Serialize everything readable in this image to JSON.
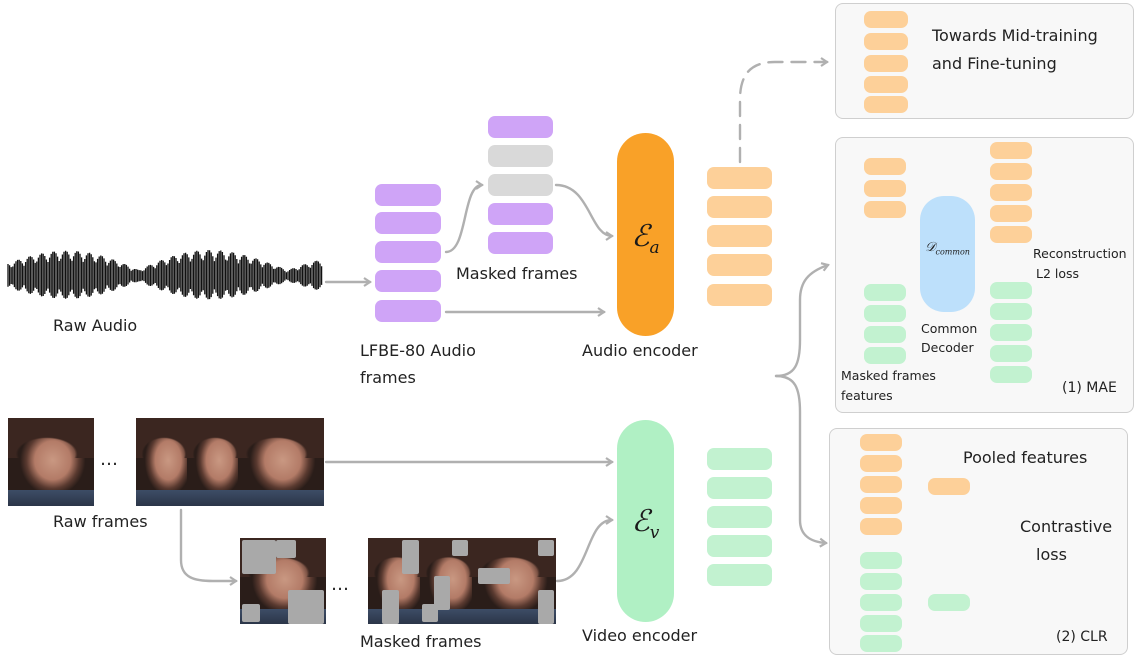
{
  "labels": {
    "raw_audio": "Raw Audio",
    "lfbe_line1": "LFBE-80 Audio",
    "lfbe_line2": "frames",
    "masked_frames_audio": "Masked frames",
    "audio_encoder": "Audio encoder",
    "raw_frames": "Raw frames",
    "masked_frames_video": "Masked frames",
    "video_encoder": "Video encoder",
    "ellipsis": "…"
  },
  "encoders": {
    "audio_symbol": "ℰ",
    "audio_sub": "a",
    "video_symbol": "ℰ",
    "video_sub": "v"
  },
  "panels": {
    "towards": {
      "line1": "Towards Mid-training",
      "line2": "and Fine-tuning"
    },
    "mae": {
      "decoder_symbol": "𝒟",
      "decoder_sub": "common",
      "decoder_line1": "Common",
      "decoder_line2": "Decoder",
      "recon_line1": "Reconstruction",
      "recon_line2": "L2 loss",
      "masked_line1": "Masked frames",
      "masked_line2": "features",
      "title": "(1) MAE"
    },
    "clr": {
      "pooled": "Pooled features",
      "contrastive_line1": "Contrastive",
      "contrastive_line2": "loss",
      "title": "(2) CLR"
    }
  },
  "colors": {
    "purple": "#cfa4f7",
    "gray": "#d9d9d9",
    "orange_light": "#fdd099",
    "green_light": "#c2f2d0",
    "audio_encoder": "#f9a128",
    "video_encoder": "#b0f0c4",
    "decoder": "#bde0fb",
    "arrow": "#b0b0b0"
  }
}
